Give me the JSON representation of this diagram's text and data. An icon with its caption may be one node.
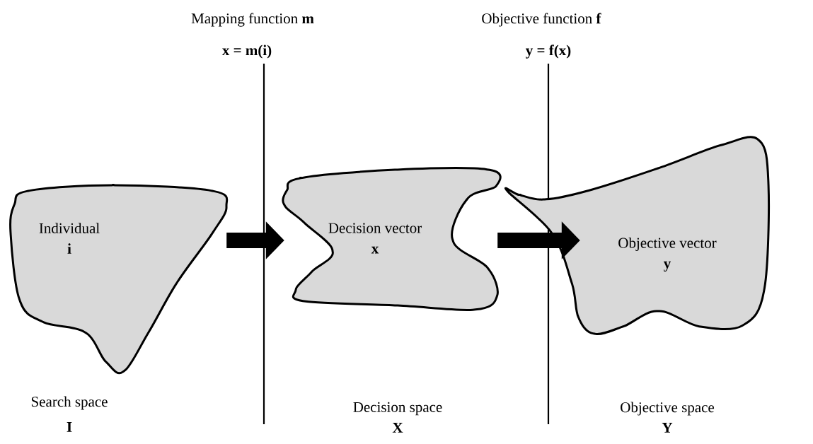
{
  "diagram": {
    "nodes": [
      {
        "text": [
          "Individual",
          "i"
        ]
      },
      {
        "text": [
          "Decision vector",
          "x"
        ]
      },
      {
        "text": [
          "Objective vector",
          "y"
        ]
      }
    ],
    "edges": [
      {
        "from": 0,
        "to": 1,
        "arrow": "to"
      },
      {
        "from": 1,
        "to": 2,
        "arrow": "to"
      }
    ],
    "labels": [
      "Mapping function **m**",
      "x = m(i)",
      "Objective function **f**",
      "y = f(x)",
      "Search space",
      "I",
      "Decision space",
      "X",
      "Objective space",
      "Y"
    ]
  }
}
